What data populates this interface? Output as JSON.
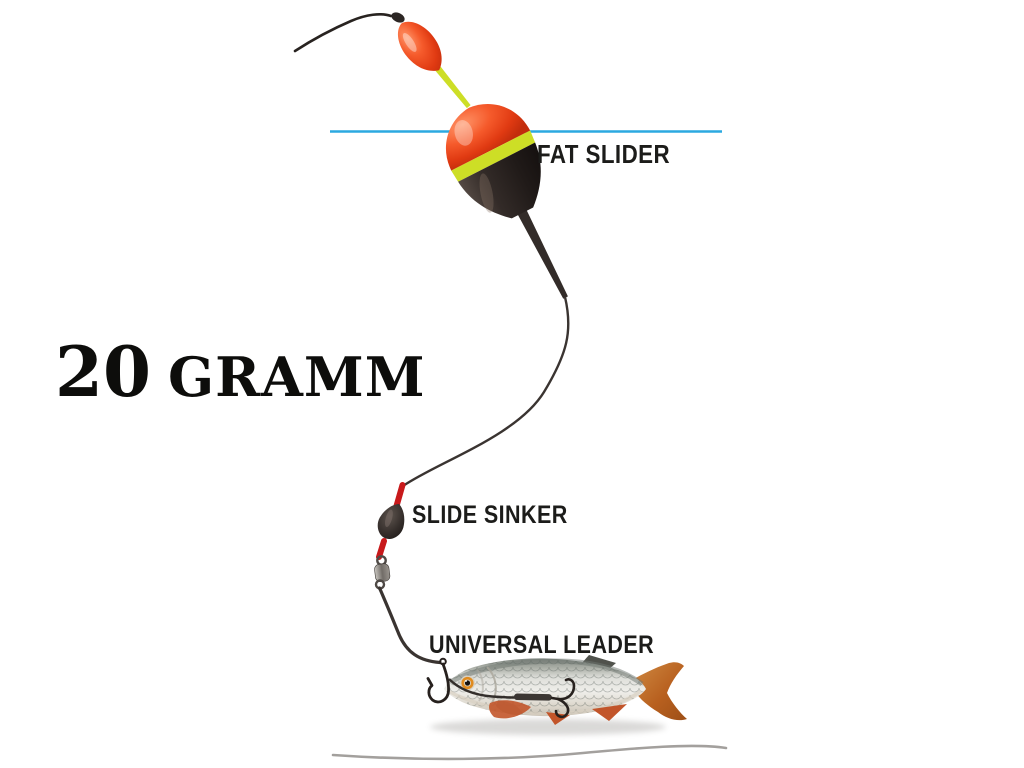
{
  "page": {
    "description": "Fishing float rig diagram for a 20 gram fat slider float with slide sinker, barrel swivel, universal leader and dead-bait fish",
    "background": "#FFFFFF"
  },
  "labels": {
    "float": "FAT SLIDER",
    "sinker": "SLIDE SINKER",
    "leader": "UNIVERSAL LEADER",
    "weight_number": "20",
    "weight_unit": "GRAMM"
  },
  "colors": {
    "water_line": "#2BA9E0",
    "float_red": "#E8441F",
    "float_band_yellow": "#CDDE26",
    "float_body_dark": "#2B2422",
    "sleeve_red": "#C8191B",
    "line_dark": "#3A3431",
    "fin_orange": "#C2552A",
    "tail_orange": "#C07030",
    "fish_silver": "#E3E3DF",
    "bottom_line_gray": "#A3A09D",
    "label_text": "#1C1C1A"
  },
  "parts": [
    {
      "name": "main-line-top"
    },
    {
      "name": "line-stop-bead"
    },
    {
      "name": "fat-slider-float"
    },
    {
      "name": "water-line"
    },
    {
      "name": "main-line-mid"
    },
    {
      "name": "slide-sinker"
    },
    {
      "name": "barrel-swivel"
    },
    {
      "name": "universal-leader-line"
    },
    {
      "name": "single-hook"
    },
    {
      "name": "treble-hook"
    },
    {
      "name": "bait-fish"
    },
    {
      "name": "bottom-line"
    }
  ]
}
